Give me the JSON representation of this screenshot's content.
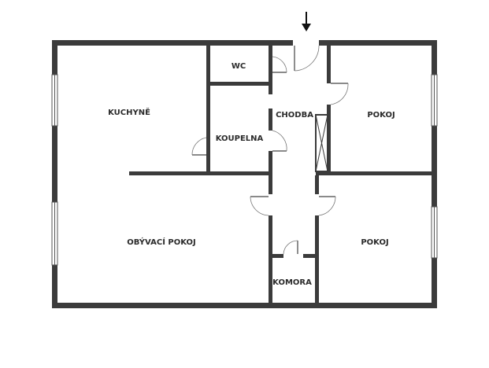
{
  "rooms": {
    "kitchen": "KUCHYNĚ",
    "wc": "WC",
    "hallway": "CHODBA",
    "bathroom": "KOUPELNA",
    "room_top_right": "POKOJ",
    "living_room": "OBÝVACÍ POKOJ",
    "room_bottom_right": "POKOJ",
    "storage": "KOMORA"
  },
  "entrance_arrow_icon": "down-arrow-icon",
  "colors": {
    "wall": "#3b3b3b",
    "floor": "#ffffff",
    "background": "#ffffff"
  }
}
